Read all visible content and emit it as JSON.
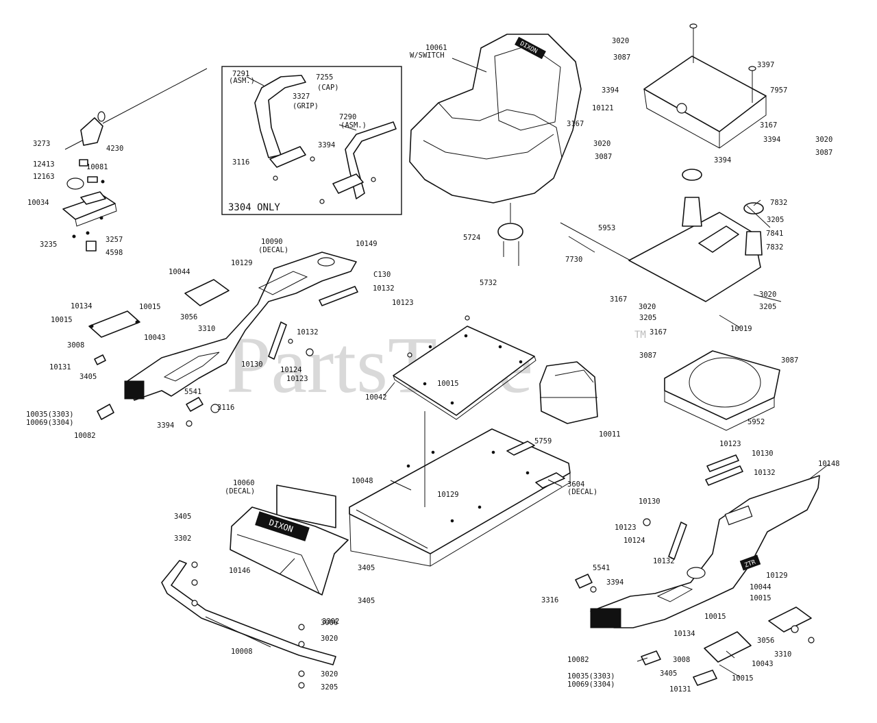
{
  "watermark": {
    "brand": "PartsTree",
    "tm": "TM"
  },
  "inset": {
    "note": "3304 ONLY"
  },
  "decal_text": {
    "seat": "DIXON",
    "hood": "DIXON",
    "fender": "ZTR"
  },
  "callouts": [
    {
      "id": "c1",
      "text": "3273"
    },
    {
      "id": "c2",
      "text": "4230"
    },
    {
      "id": "c3",
      "text": "12413"
    },
    {
      "id": "c4",
      "text": "12163"
    },
    {
      "id": "c5",
      "text": "10081"
    },
    {
      "id": "c6",
      "text": "10034"
    },
    {
      "id": "c7",
      "text": "3257"
    },
    {
      "id": "c8",
      "text": "3235"
    },
    {
      "id": "c9",
      "text": "4598"
    },
    {
      "id": "c10",
      "text": "7291"
    },
    {
      "id": "c11",
      "text": "(ASM.)"
    },
    {
      "id": "c12",
      "text": "7255"
    },
    {
      "id": "c13",
      "text": "(CAP)"
    },
    {
      "id": "c14",
      "text": "3327"
    },
    {
      "id": "c15",
      "text": "(GRIP)"
    },
    {
      "id": "c16",
      "text": "7290"
    },
    {
      "id": "c17",
      "text": "(ASM.)"
    },
    {
      "id": "c18",
      "text": "3394"
    },
    {
      "id": "c19",
      "text": "3116"
    },
    {
      "id": "c20",
      "text": "10061"
    },
    {
      "id": "c21",
      "text": "W/SWITCH"
    },
    {
      "id": "c22",
      "text": "5724"
    },
    {
      "id": "c23",
      "text": "5732"
    },
    {
      "id": "c24",
      "text": "3020"
    },
    {
      "id": "c25",
      "text": "3087"
    },
    {
      "id": "c26",
      "text": "3397"
    },
    {
      "id": "c27",
      "text": "3394"
    },
    {
      "id": "c28",
      "text": "7957"
    },
    {
      "id": "c29",
      "text": "10121"
    },
    {
      "id": "c30",
      "text": "3167"
    },
    {
      "id": "c31",
      "text": "3167"
    },
    {
      "id": "c32",
      "text": "3020"
    },
    {
      "id": "c33",
      "text": "3394"
    },
    {
      "id": "c34",
      "text": "3020"
    },
    {
      "id": "c35",
      "text": "3087"
    },
    {
      "id": "c36",
      "text": "3087"
    },
    {
      "id": "c37",
      "text": "3394"
    },
    {
      "id": "c38",
      "text": "7832"
    },
    {
      "id": "c39",
      "text": "5953"
    },
    {
      "id": "c40",
      "text": "3205"
    },
    {
      "id": "c41",
      "text": "7841"
    },
    {
      "id": "c42",
      "text": "7832"
    },
    {
      "id": "c43",
      "text": "7730"
    },
    {
      "id": "c44",
      "text": "3020"
    },
    {
      "id": "c45",
      "text": "3205"
    },
    {
      "id": "c46",
      "text": "3167"
    },
    {
      "id": "c47",
      "text": "3020"
    },
    {
      "id": "c48",
      "text": "3205"
    },
    {
      "id": "c49",
      "text": "3167"
    },
    {
      "id": "c50",
      "text": "10019"
    },
    {
      "id": "c51",
      "text": "10090"
    },
    {
      "id": "c52",
      "text": "(DECAL)"
    },
    {
      "id": "c53",
      "text": "10149"
    },
    {
      "id": "c54",
      "text": "10044"
    },
    {
      "id": "c55",
      "text": "10129"
    },
    {
      "id": "c56",
      "text": "C130"
    },
    {
      "id": "c57",
      "text": "10132"
    },
    {
      "id": "c58",
      "text": "10123"
    },
    {
      "id": "c59",
      "text": "10134"
    },
    {
      "id": "c60",
      "text": "10015"
    },
    {
      "id": "c61",
      "text": "10015"
    },
    {
      "id": "c62",
      "text": "3056"
    },
    {
      "id": "c63",
      "text": "3310"
    },
    {
      "id": "c64",
      "text": "10043"
    },
    {
      "id": "c65",
      "text": "3008"
    },
    {
      "id": "c66",
      "text": "10131"
    },
    {
      "id": "c67",
      "text": "3405"
    },
    {
      "id": "c68",
      "text": "10132"
    },
    {
      "id": "c69",
      "text": "10130"
    },
    {
      "id": "c70",
      "text": "10124"
    },
    {
      "id": "c71",
      "text": "10123"
    },
    {
      "id": "c72",
      "text": "5541"
    },
    {
      "id": "c73",
      "text": "3116"
    },
    {
      "id": "c74",
      "text": "3394"
    },
    {
      "id": "c75",
      "text": "10035(3303)"
    },
    {
      "id": "c76",
      "text": "10069(3304)"
    },
    {
      "id": "c77",
      "text": "10082"
    },
    {
      "id": "c78",
      "text": "10015"
    },
    {
      "id": "c79",
      "text": "10042"
    },
    {
      "id": "c80",
      "text": "10011"
    },
    {
      "id": "c81",
      "text": "3087"
    },
    {
      "id": "c82",
      "text": "3087"
    },
    {
      "id": "c83",
      "text": "5952"
    },
    {
      "id": "c84",
      "text": "5759"
    },
    {
      "id": "c85",
      "text": "10048"
    },
    {
      "id": "c86",
      "text": "3604"
    },
    {
      "id": "c87",
      "text": "(DECAL)"
    },
    {
      "id": "c88",
      "text": "10129"
    },
    {
      "id": "c89",
      "text": "3405"
    },
    {
      "id": "c90",
      "text": "10060"
    },
    {
      "id": "c91",
      "text": "(DECAL)"
    },
    {
      "id": "c92",
      "text": "3405"
    },
    {
      "id": "c93",
      "text": "3302"
    },
    {
      "id": "c94",
      "text": "10146"
    },
    {
      "id": "c95",
      "text": "3405"
    },
    {
      "id": "c96",
      "text": "3302"
    },
    {
      "id": "c97",
      "text": "3006"
    },
    {
      "id": "c98",
      "text": "3020"
    },
    {
      "id": "c99",
      "text": "10008"
    },
    {
      "id": "c100",
      "text": "3020"
    },
    {
      "id": "c101",
      "text": "3205"
    },
    {
      "id": "c102",
      "text": "10123"
    },
    {
      "id": "c103",
      "text": "10130"
    },
    {
      "id": "c104",
      "text": "10132"
    },
    {
      "id": "c105",
      "text": "10148"
    },
    {
      "id": "c106",
      "text": "10130"
    },
    {
      "id": "c107",
      "text": "10123"
    },
    {
      "id": "c108",
      "text": "10124"
    },
    {
      "id": "c109",
      "text": "10132"
    },
    {
      "id": "c110",
      "text": "5541"
    },
    {
      "id": "c111",
      "text": "3394"
    },
    {
      "id": "c112",
      "text": "3316"
    },
    {
      "id": "c113",
      "text": "10129"
    },
    {
      "id": "c114",
      "text": "10044"
    },
    {
      "id": "c115",
      "text": "10015"
    },
    {
      "id": "c116",
      "text": "10015"
    },
    {
      "id": "c117",
      "text": "10134"
    },
    {
      "id": "c118",
      "text": "3056"
    },
    {
      "id": "c119",
      "text": "3310"
    },
    {
      "id": "c120",
      "text": "10082"
    },
    {
      "id": "c121",
      "text": "3008"
    },
    {
      "id": "c122",
      "text": "10043"
    },
    {
      "id": "c123",
      "text": "10035(3303)"
    },
    {
      "id": "c124",
      "text": "10069(3304)"
    },
    {
      "id": "c125",
      "text": "3405"
    },
    {
      "id": "c126",
      "text": "10015"
    },
    {
      "id": "c127",
      "text": "10131"
    }
  ]
}
